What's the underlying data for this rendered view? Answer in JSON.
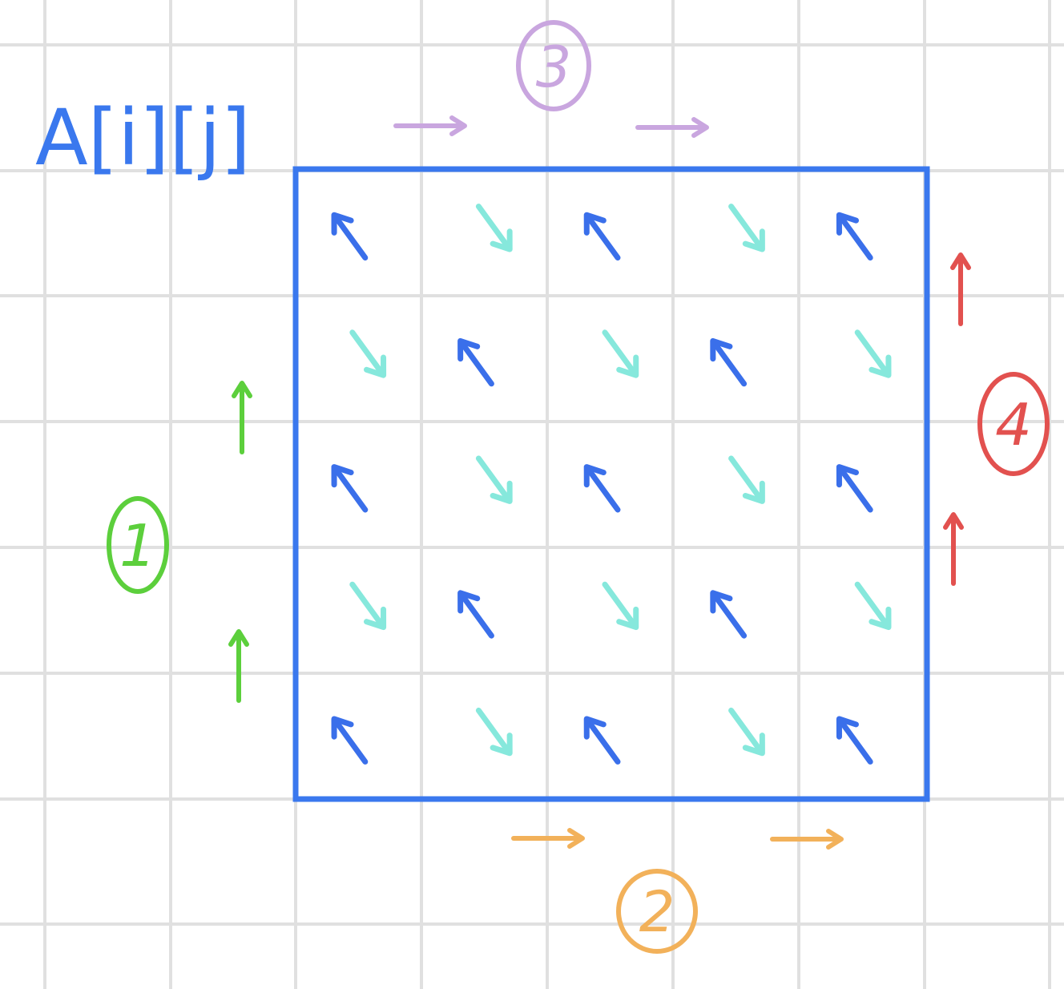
{
  "title": "A[i][j]",
  "colors": {
    "grid": "#e0e0e0",
    "matrix_border": "#3a78ee",
    "up_arrow": "#3a6fea",
    "down_arrow": "#86e8dc",
    "title": "#3a78ee",
    "step1": "#5ccf3c",
    "step2": "#f2b15a",
    "step3": "#c9a6df",
    "step4": "#e2514f"
  },
  "matrix": {
    "rows": 5,
    "cols": 5,
    "arrow_pattern": [
      [
        "up-left",
        "down-right",
        "up-left",
        "down-right",
        "up-left"
      ],
      [
        "down-right",
        "up-left",
        "down-right",
        "up-left",
        "down-right"
      ],
      [
        "up-left",
        "down-right",
        "up-left",
        "down-right",
        "up-left"
      ],
      [
        "down-right",
        "up-left",
        "down-right",
        "up-left",
        "down-right"
      ],
      [
        "up-left",
        "down-right",
        "up-left",
        "down-right",
        "up-left"
      ]
    ]
  },
  "steps": [
    {
      "label": "1",
      "arrow_direction": "up",
      "color_key": "step1",
      "side": "left"
    },
    {
      "label": "2",
      "arrow_direction": "right",
      "color_key": "step2",
      "side": "bottom"
    },
    {
      "label": "3",
      "arrow_direction": "right",
      "color_key": "step3",
      "side": "top"
    },
    {
      "label": "4",
      "arrow_direction": "up",
      "color_key": "step4",
      "side": "right"
    }
  ]
}
